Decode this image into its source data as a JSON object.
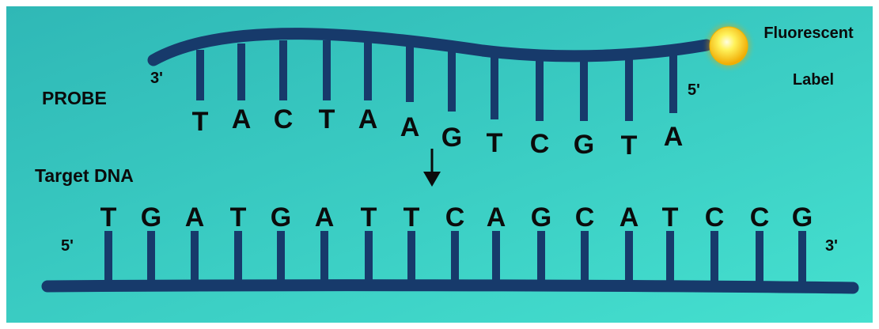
{
  "probe": {
    "label": "PROBE",
    "end_left": "3'",
    "end_right": "5'",
    "bases": [
      "T",
      "A",
      "C",
      "T",
      "A",
      "A",
      "G",
      "T",
      "C",
      "G",
      "T",
      "A"
    ]
  },
  "fluorescent_label": {
    "line1": "Fluorescent",
    "line2": "Label"
  },
  "target": {
    "label": "Target DNA",
    "end_left": "5'",
    "end_right": "3'",
    "bases": [
      "T",
      "G",
      "A",
      "T",
      "G",
      "A",
      "T",
      "T",
      "C",
      "A",
      "G",
      "C",
      "A",
      "T",
      "C",
      "C",
      "G"
    ]
  },
  "colors": {
    "background_left": "#2fb8b6",
    "background_right": "#45e0cf",
    "strand": "#173a6b",
    "text": "#0b0b0b",
    "bead_core": "#fff25a",
    "bead_edge": "#f0a800"
  }
}
